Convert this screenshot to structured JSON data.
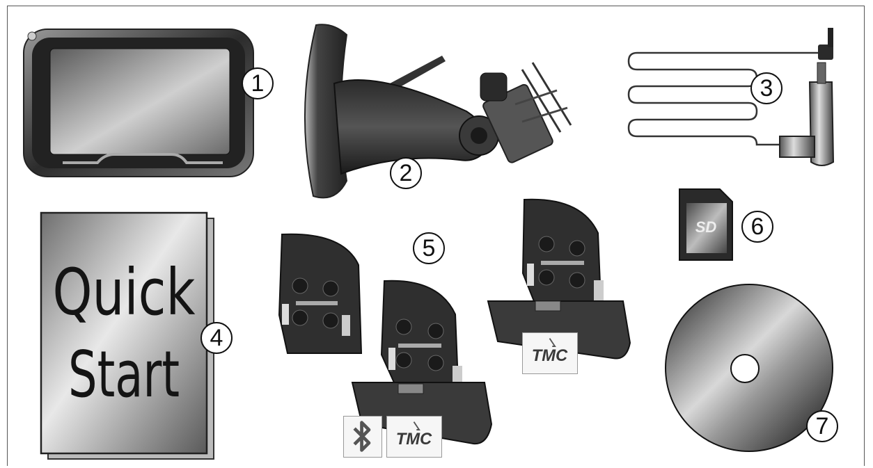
{
  "callouts": {
    "c1": "1",
    "c2": "2",
    "c3": "3",
    "c4": "4",
    "c5": "5",
    "c6": "6",
    "c7": "7"
  },
  "quick_start": {
    "line1": "Quick",
    "line2": "Start"
  },
  "sd_card": {
    "logo": "SD"
  },
  "badges": {
    "tmc_text": "TMC",
    "bluetooth_icon": "bluetooth-icon"
  },
  "colors": {
    "background": "#ffffff",
    "frame": "#555555",
    "ink": "#111111"
  }
}
